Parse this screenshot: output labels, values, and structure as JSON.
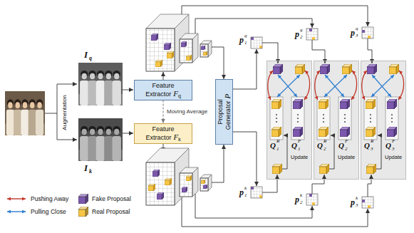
{
  "diagram": {
    "nodes": [
      {
        "text": [
          "Feature Extractor",
          "F",
          "q"
        ]
      },
      {
        "text": [
          "Feature Extractor",
          "F",
          "k"
        ]
      },
      {
        "text": [
          "Proposal Generator",
          "P"
        ]
      },
      {
        "text": [
          "Q",
          "R",
          "1",
          "Q",
          "F",
          "1",
          "Update"
        ]
      },
      {
        "text": [
          "Q",
          "R",
          "2",
          "Q",
          "F",
          "2",
          "Update"
        ]
      },
      {
        "text": [
          "Q",
          "R",
          "3",
          "Q",
          "F",
          "3",
          "Update"
        ]
      }
    ],
    "edges": [
      {
        "from": 0,
        "to": 1,
        "arrow": "to",
        "label": "Moving Average"
      }
    ],
    "labels": [
      "Augmentation",
      "I",
      "q",
      "I",
      "k",
      "p",
      "q",
      "1",
      "p",
      "q",
      "2",
      "p",
      "q",
      "3",
      "p",
      "k",
      "1",
      "p",
      "k",
      "2",
      "p",
      "k",
      "3"
    ],
    "legend": [
      {
        "text": "Pushing Away"
      },
      {
        "text": "Pulling Close"
      },
      {
        "text": "Fake Proposal",
        "color": "#7b58ad"
      },
      {
        "text": "Real Proposal",
        "color": "#f6c544"
      }
    ]
  }
}
